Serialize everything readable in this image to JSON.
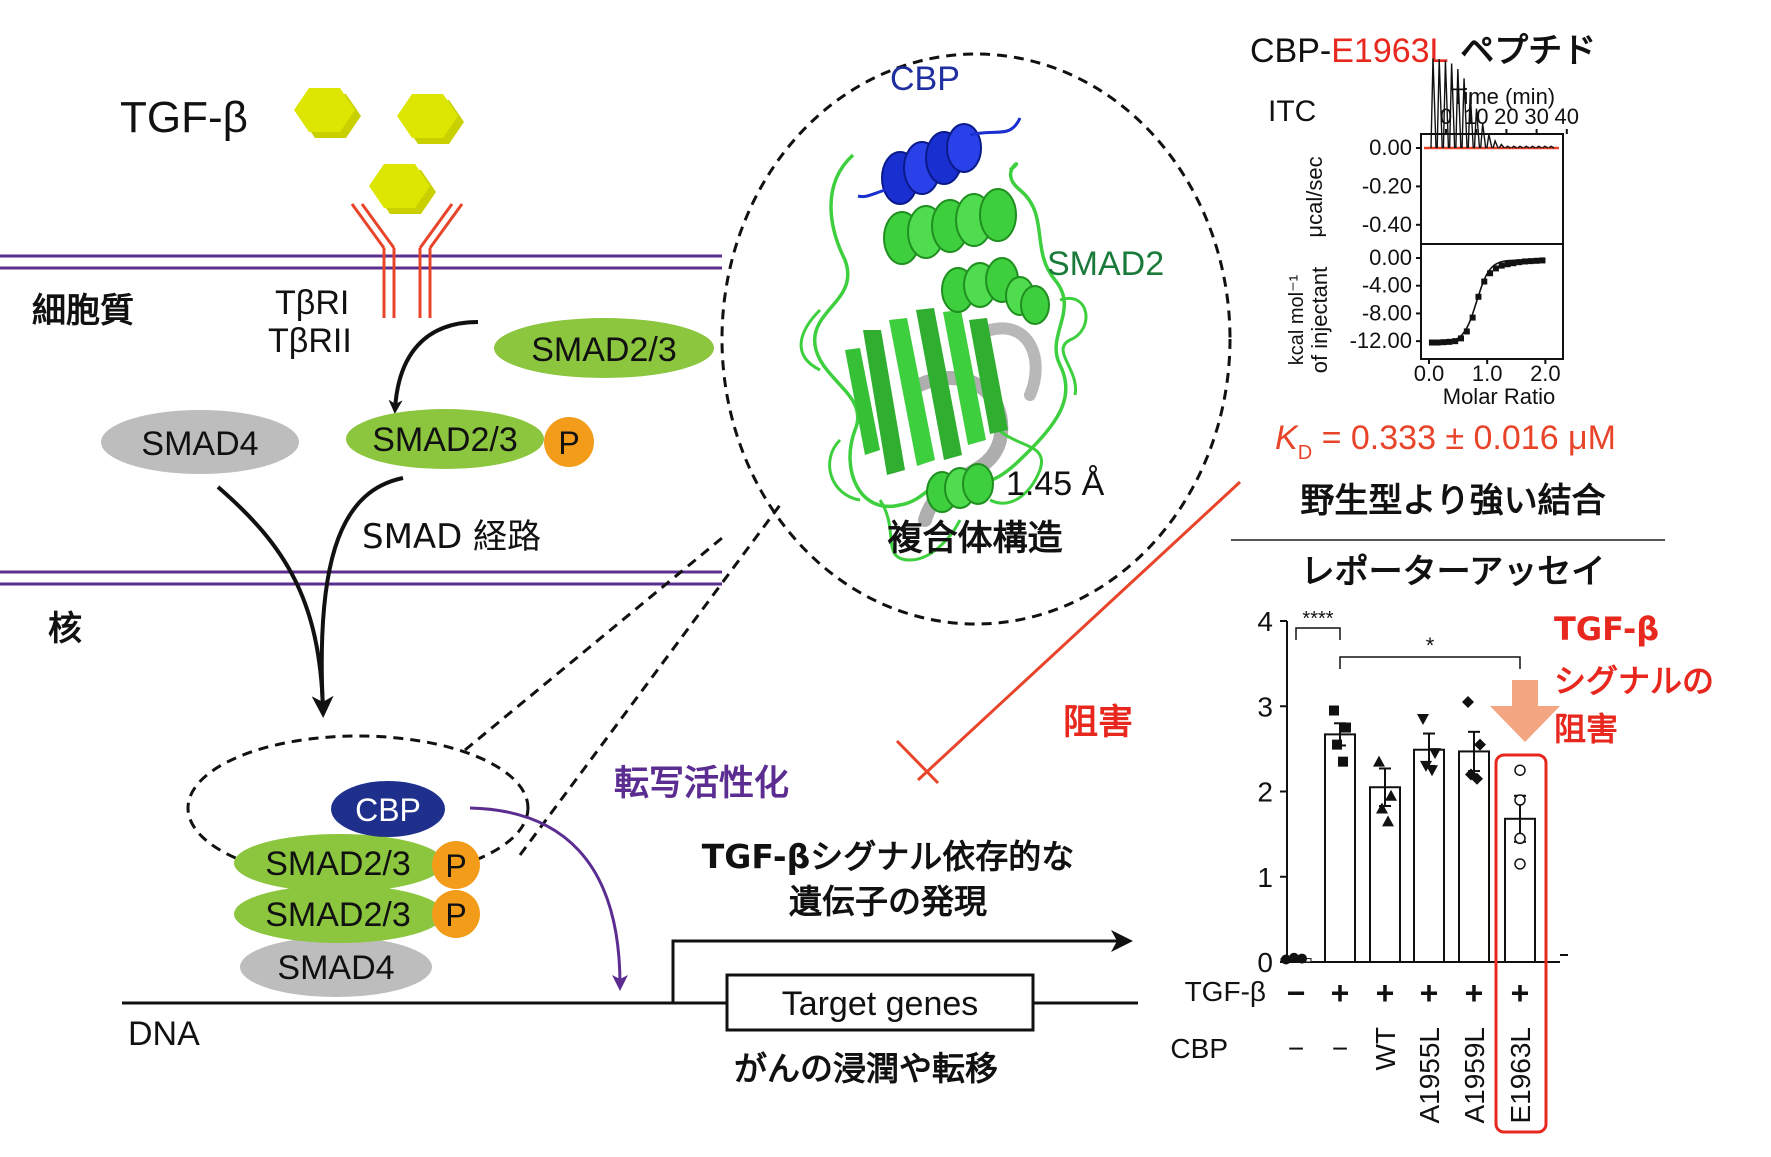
{
  "pathway": {
    "ligand_label": "TGF-β",
    "cytoplasm_label": "細胞質",
    "nucleus_label": "核",
    "receptor1_label": "TβRI",
    "receptor2_label": "TβRII",
    "smad23_label": "SMAD2/3",
    "smad4_label": "SMAD4",
    "phospho_label": "P",
    "pathway_label": "SMAD  経路",
    "cbp_label": "CBP",
    "dna_label": "DNA",
    "activation_label": "転写活性化",
    "inhibition_label": "阻害",
    "target_genes_label": "Target genes",
    "expression_line1": "TGF-βシグナル依存的な",
    "expression_line2": "遺伝子の発現",
    "cancer_label": "がんの浸潤や転移"
  },
  "structure": {
    "cbp_label": "CBP",
    "smad2_label": "SMAD2",
    "resolution_label": "1.45  Å",
    "caption": "複合体構造"
  },
  "itc": {
    "title_prefix": "CBP-",
    "title_mutation": "E1963L",
    "title_suffix": "  ペプチド",
    "method_label": "ITC",
    "time_axis_label": "Time (min)",
    "time_ticks": [
      "0",
      "10",
      "20",
      "30",
      "40"
    ],
    "upper_ylabel": "μcal/sec",
    "upper_yticks": [
      "0.00",
      "-0.20",
      "-0.40"
    ],
    "lower_ylabel_line1": "kcal mol⁻¹",
    "lower_ylabel_line2": "of injectant",
    "lower_yticks": [
      "0.00",
      "-4.00",
      "-8.00",
      "-12.00"
    ],
    "molar_ticks": [
      "0.0",
      "1.0",
      "2.0"
    ],
    "molar_axis_label": "Molar Ratio",
    "kd_symbol": "K",
    "kd_subscript": "D",
    "kd_value": " = 0.333 ± 0.016 μM",
    "binding_note": "野生型より強い結合"
  },
  "reporter": {
    "title": "レポーターアッセイ",
    "inhibition_line1": "TGF-β",
    "inhibition_line2": "シグナルの",
    "inhibition_line3": "阻害",
    "sig1": "****",
    "sig2": "*",
    "tgf_row_label": "TGF-β",
    "cbp_row_label": "CBP",
    "tgf_values": [
      "−",
      "+",
      "+",
      "+",
      "+",
      "+"
    ],
    "cbp_values": [
      "−",
      "−",
      "WT",
      "A1955L",
      "A1959L",
      "E1963L"
    ],
    "yticks": [
      "0",
      "1",
      "2",
      "3",
      "4"
    ]
  },
  "chart_data": {
    "type": "bar",
    "categories": [
      "−/−",
      "+/−",
      "+/WT",
      "+/A1955L",
      "+/A1959L",
      "+/E1963L"
    ],
    "values": [
      0.04,
      2.67,
      2.05,
      2.49,
      2.47,
      1.68
    ],
    "errors": [
      0.02,
      0.13,
      0.22,
      0.19,
      0.23,
      0.27
    ],
    "points": [
      [
        0.03,
        0.05,
        0.04
      ],
      [
        2.95,
        2.75,
        2.55,
        2.35
      ],
      [
        2.35,
        1.95,
        1.8,
        1.65
      ],
      [
        2.85,
        2.45,
        2.3,
        2.25
      ],
      [
        3.05,
        2.55,
        2.2,
        2.15
      ],
      [
        2.25,
        1.9,
        1.45,
        1.15
      ]
    ],
    "ylim": [
      0,
      4
    ],
    "yticks": [
      0,
      1,
      2,
      3,
      4
    ]
  },
  "itc_data": {
    "injections": 20,
    "binding_points": [
      [
        0.05,
        -12.2
      ],
      [
        0.15,
        -12.2
      ],
      [
        0.25,
        -12.15
      ],
      [
        0.35,
        -12.1
      ],
      [
        0.45,
        -12.0
      ],
      [
        0.55,
        -11.6
      ],
      [
        0.65,
        -10.6
      ],
      [
        0.75,
        -8.6
      ],
      [
        0.85,
        -5.6
      ],
      [
        0.95,
        -3.4
      ],
      [
        1.05,
        -2.2
      ],
      [
        1.15,
        -1.5
      ],
      [
        1.25,
        -1.1
      ],
      [
        1.35,
        -0.9
      ],
      [
        1.45,
        -0.75
      ],
      [
        1.55,
        -0.6
      ],
      [
        1.65,
        -0.5
      ],
      [
        1.75,
        -0.45
      ],
      [
        1.85,
        -0.4
      ],
      [
        1.95,
        -0.35
      ]
    ]
  },
  "colors": {
    "membrane": "#5b2d90",
    "receptor": "#e8442a",
    "ligand": "#d8e000",
    "smad23": "#8cc63f",
    "smad4": "#bdbdbd",
    "phospho": "#f39c1a",
    "cbp": "#1f2f8c",
    "arrow_purple": "#5b2d90",
    "inhibit": "#e8442a",
    "highlight_red": "#e8281e",
    "smad2_text": "#1a7a3a",
    "down_arrow": "#f4a582"
  }
}
